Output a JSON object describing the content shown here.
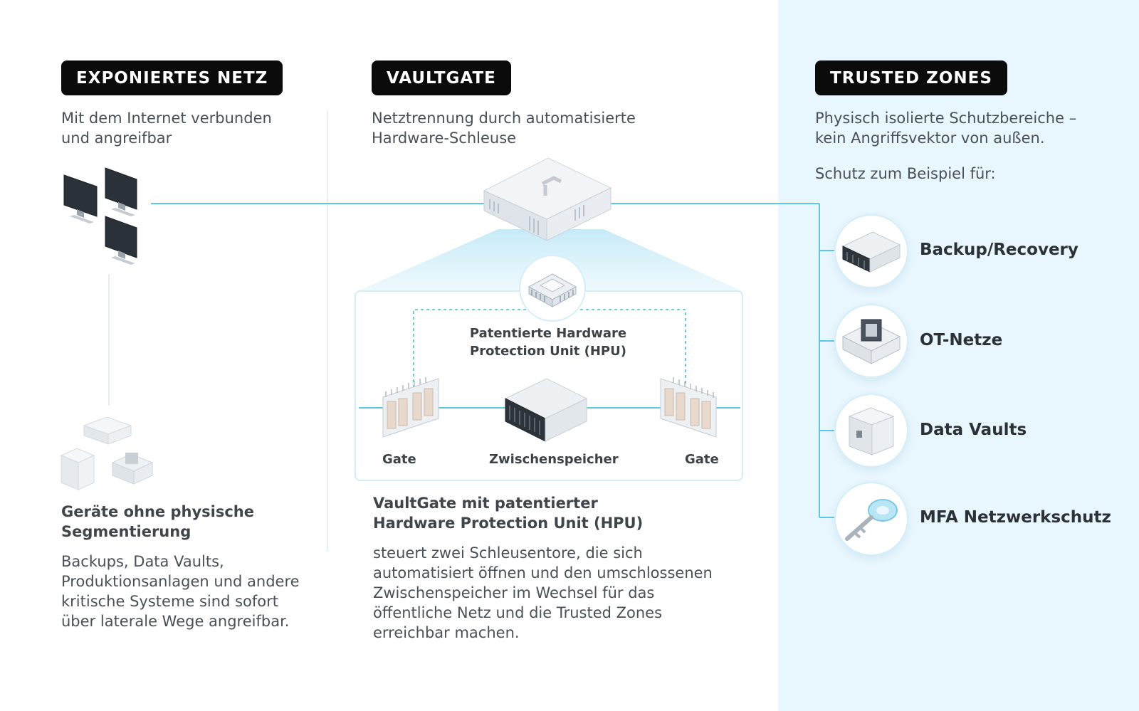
{
  "colors": {
    "accent_line": "#5ec7e2",
    "trusted_bg": "#e8f6fd",
    "badge_bg": "#0b0b0b"
  },
  "exposed": {
    "badge": "EXPONIERTES NETZ",
    "desc_1": "Mit dem Internet verbunden",
    "desc_2": "und angreifbar",
    "heading_1": "Geräte ohne physische",
    "heading_2": "Segmentierung",
    "body_1": "Backups, Data Vaults,",
    "body_2": "Produktionsanlagen und andere",
    "body_3": "kritische Systeme sind sofort",
    "body_4": "über laterale Wege angreifbar."
  },
  "vaultgate": {
    "badge": "VAULTGATE",
    "desc_1": "Netztrennung durch automatisierte",
    "desc_2": "Hardware-Schleuse",
    "hpu_label_1": "Patentierte Hardware",
    "hpu_label_2": "Protection Unit (HPU)",
    "gate_left": "Gate",
    "buffer": "Zwischenspeicher",
    "gate_right": "Gate",
    "heading_1": "VaultGate mit patentierter",
    "heading_2": "Hardware Protection Unit (HPU)",
    "body_1": "steuert zwei Schleusentore, die sich",
    "body_2": "automatisiert öffnen und den umschlossenen",
    "body_3": "Zwischenspeicher im Wechsel für das",
    "body_4": "öffentliche Netz und die Trusted Zones",
    "body_5": "erreichbar machen."
  },
  "trusted": {
    "badge": "TRUSTED ZONES",
    "desc_1": "Physisch isolierte Schutzbereiche –",
    "desc_2": "kein Angriffsvektor von außen.",
    "example": "Schutz zum Beispiel für:",
    "zones": [
      {
        "label": "Backup/Recovery",
        "icon": "server-rack-icon"
      },
      {
        "label": "OT-Netze",
        "icon": "industrial-machine-icon"
      },
      {
        "label": "Data Vaults",
        "icon": "safe-icon"
      },
      {
        "label": "MFA Netzwerkschutz",
        "icon": "key-icon"
      }
    ]
  }
}
